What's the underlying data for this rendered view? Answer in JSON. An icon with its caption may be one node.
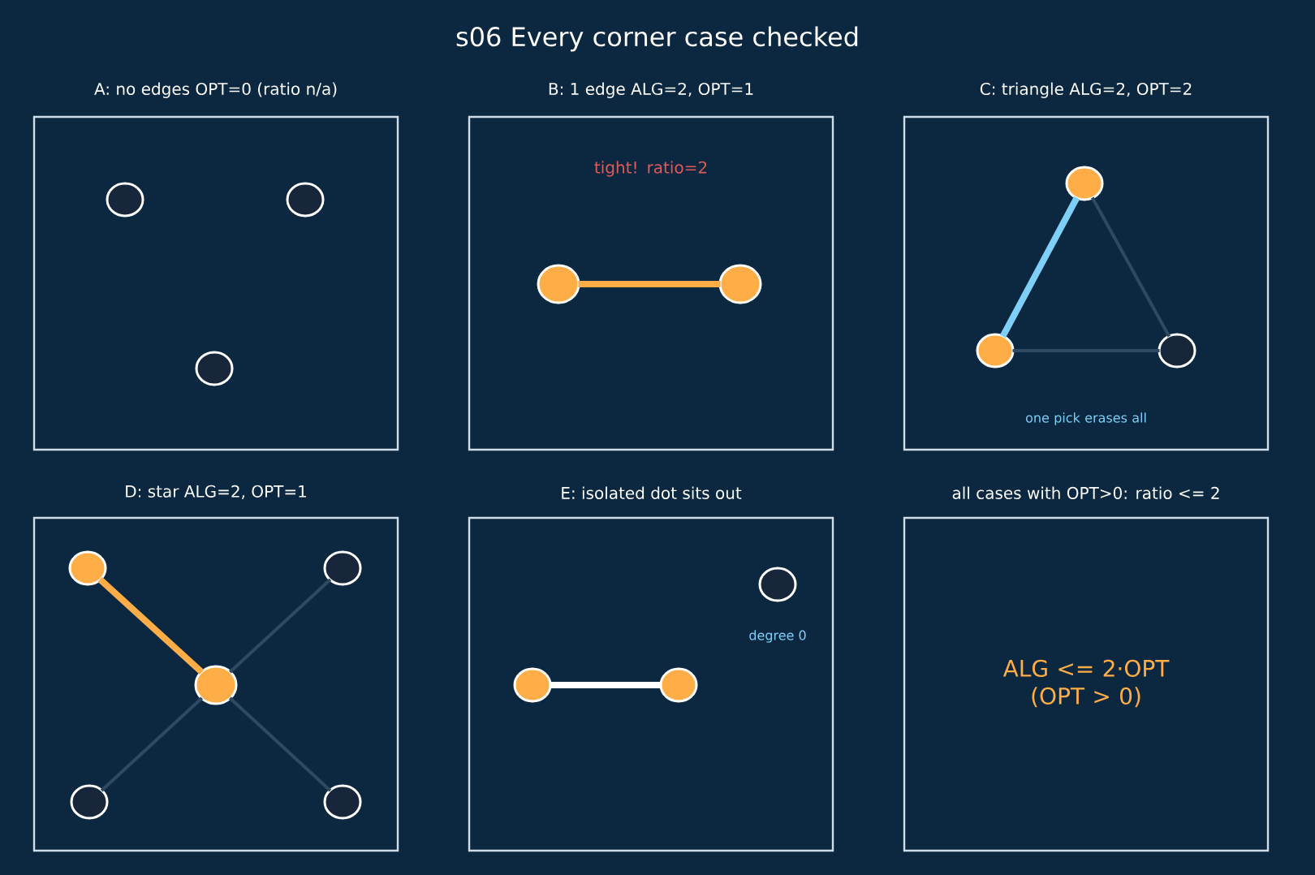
{
  "diagram": {
    "title": "s06  Every corner case checked",
    "nodes": [
      {
        "text": [
          "A: no edges  OPT=0 (ratio n/a)"
        ]
      },
      {
        "text": [],
        "shape": "circle",
        "in": 0
      },
      {
        "text": [],
        "shape": "circle",
        "in": 0
      },
      {
        "text": [],
        "shape": "circle",
        "in": 0
      },
      {
        "text": [
          "B: 1 edge  ALG=2, OPT=1",
          "tight! ratio=2"
        ]
      },
      {
        "text": [],
        "shape": "circle",
        "in": 4
      },
      {
        "text": [],
        "shape": "circle",
        "in": 4
      },
      {
        "text": [
          "C: triangle  ALG=2, OPT=2",
          "one pick erases all"
        ]
      },
      {
        "text": [],
        "shape": "circle",
        "in": 7
      },
      {
        "text": [],
        "shape": "circle",
        "in": 7
      },
      {
        "text": [],
        "shape": "circle",
        "in": 7
      },
      {
        "text": [
          "D: star  ALG=2, OPT=1"
        ]
      },
      {
        "text": [],
        "shape": "circle",
        "in": 11
      },
      {
        "text": [],
        "shape": "circle",
        "in": 11
      },
      {
        "text": [],
        "shape": "circle",
        "in": 11
      },
      {
        "text": [],
        "shape": "circle",
        "in": 11
      },
      {
        "text": [],
        "shape": "circle",
        "in": 11
      },
      {
        "text": [
          "E: isolated dot sits out"
        ]
      },
      {
        "text": [],
        "shape": "circle",
        "in": 17,
        "beside": [
          "degree 0"
        ]
      },
      {
        "text": [],
        "shape": "circle",
        "in": 17
      },
      {
        "text": [],
        "shape": "circle",
        "in": 17
      },
      {
        "text": [
          "all cases with OPT>0: ratio <= 2",
          "ALG <= 2·OPT (OPT > 0)"
        ]
      }
    ],
    "edges": [
      {
        "from": 5,
        "to": 6,
        "arrow": "none",
        "style": "thick",
        "color": "#ffad46"
      },
      {
        "from": 9,
        "to": 8,
        "arrow": "none",
        "style": "thick",
        "color": "#7fd0f8"
      },
      {
        "from": 8,
        "to": 10,
        "arrow": "none"
      },
      {
        "from": 9,
        "to": 10,
        "arrow": "none"
      },
      {
        "from": 12,
        "to": 14,
        "arrow": "none",
        "style": "thick",
        "color": "#ffad46"
      },
      {
        "from": 13,
        "to": 14,
        "arrow": "none"
      },
      {
        "from": 15,
        "to": 14,
        "arrow": "none"
      },
      {
        "from": 16,
        "to": 14,
        "arrow": "none"
      },
      {
        "from": 19,
        "to": 20,
        "arrow": "none",
        "style": "thick",
        "color": "#ffffff"
      }
    ]
  }
}
